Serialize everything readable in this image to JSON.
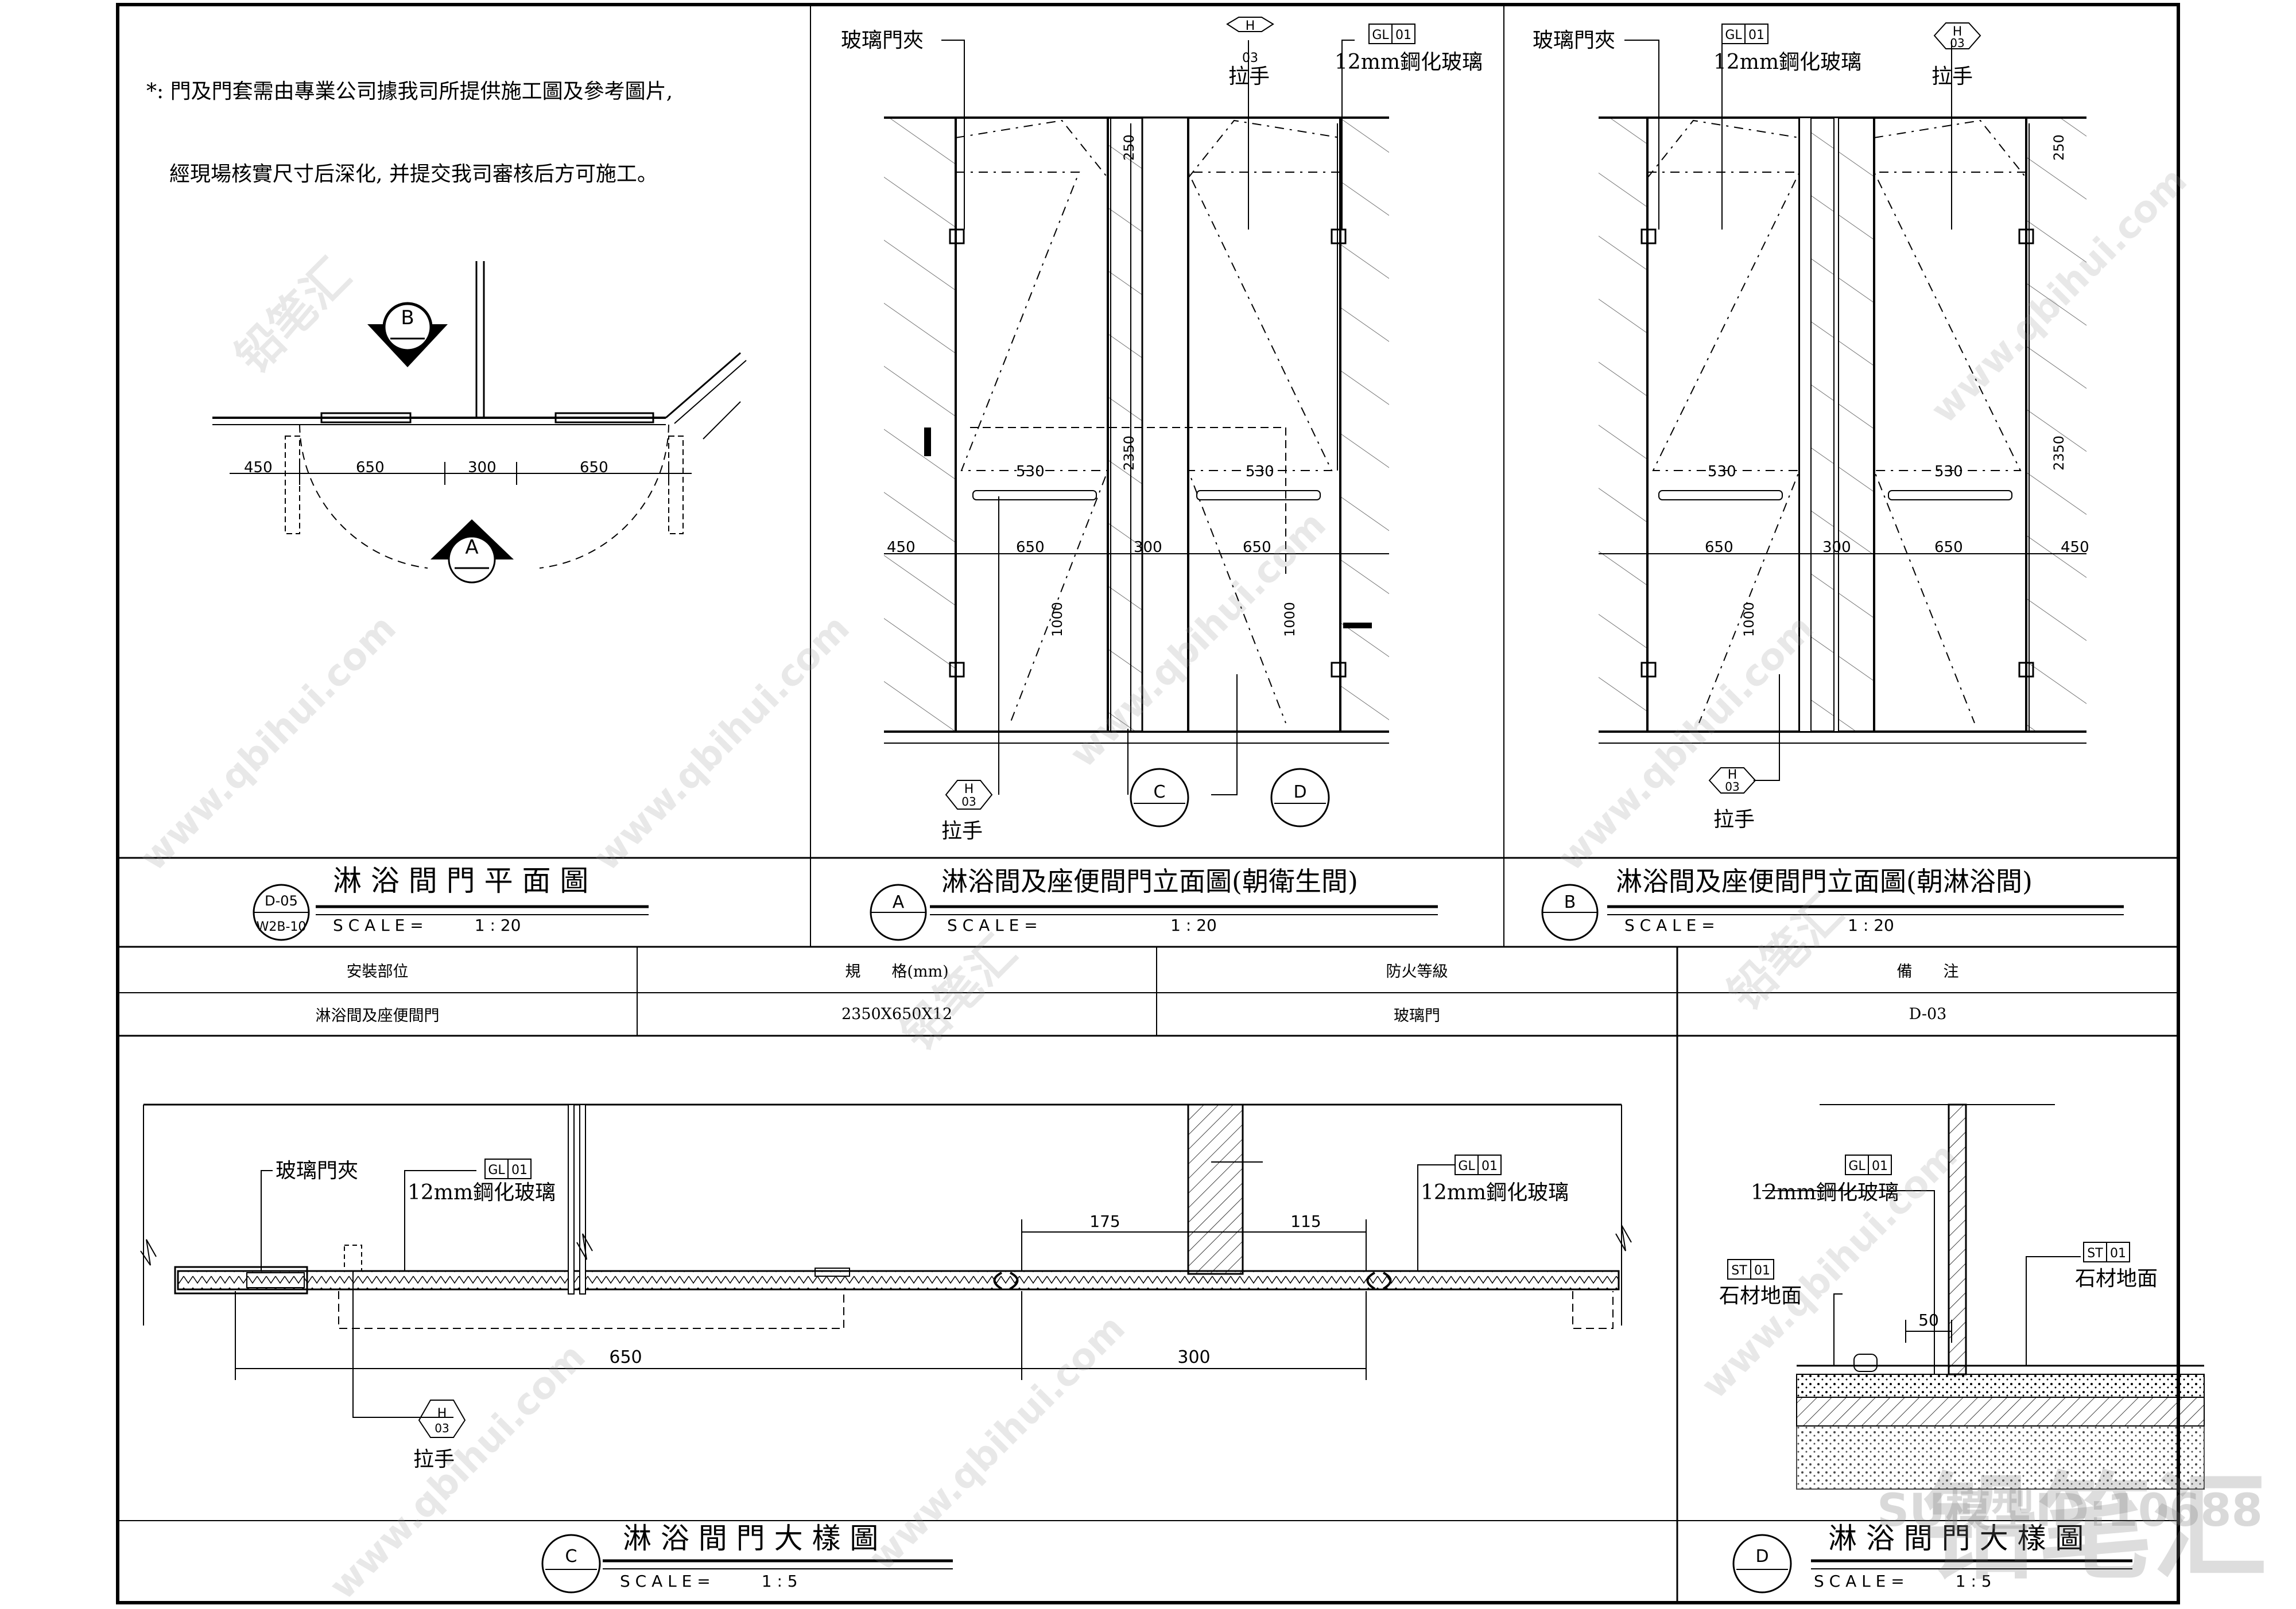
{
  "note": {
    "line1": "*: 門及門套需由專業公司據我司所提供施工圖及參考圖片,",
    "line2": "經現場核實尺寸后深化, 并提交我司審核后方可施工。"
  },
  "plan": {
    "title": "淋 浴 間 門 平 面 圖",
    "scale": "S C A L E =          1 : 20",
    "tag_top": "D-05",
    "tag_bottom": "W2B-10",
    "marker_a": "A",
    "marker_b": "B",
    "dims": [
      "450",
      "650",
      "300",
      "650"
    ]
  },
  "elev_a": {
    "title": "淋浴間及座便間門立面圖(朝衛生間)",
    "scale": "S C A L E =                          1 : 20",
    "marker": "A",
    "label_clip": "玻璃門夾",
    "label_glass": "12mm鋼化玻璃",
    "tag_gl": "GL",
    "tag_gl_num": "01",
    "tag_h": "H",
    "tag_h_num": "03",
    "label_handle": "拉手",
    "marker_c": "C",
    "marker_d": "D",
    "dims": [
      "450",
      "650",
      "300",
      "650",
      "530",
      "530",
      "2350",
      "1000",
      "1000",
      "250"
    ]
  },
  "elev_b": {
    "title": "淋浴間及座便間門立面圖(朝淋浴間)",
    "scale": "S C A L E =                          1 : 20",
    "marker": "B",
    "label_clip": "玻璃門夾",
    "label_glass": "12mm鋼化玻璃",
    "tag_gl": "GL",
    "tag_gl_num": "01",
    "tag_h": "H",
    "tag_h_num": "03",
    "label_handle": "拉手",
    "dims": [
      "650",
      "300",
      "650",
      "450",
      "530",
      "530",
      "2350",
      "1000",
      "250"
    ]
  },
  "table": {
    "headers": [
      "安裝部位",
      "規　　格(mm)",
      "防火等級",
      "備　　注"
    ],
    "row": [
      "淋浴間及座便間門",
      "2350X650X12",
      "玻璃門",
      "D-03"
    ]
  },
  "detail_c": {
    "title": "淋 浴 間 門 大 樣 圖",
    "scale": "S C A L E =          1 : 5",
    "marker": "C",
    "label_clip": "玻璃門夾",
    "label_glass_left": "12mm鋼化玻璃",
    "label_glass_right": "12mm鋼化玻璃",
    "tag_gl": "GL",
    "tag_gl_num": "01",
    "tag_h": "H",
    "tag_h_num": "03",
    "label_handle": "拉手",
    "dims": [
      "175",
      "115",
      "650",
      "300"
    ]
  },
  "detail_d": {
    "title": "淋 浴 間 門 大 樣 圖",
    "scale": "S C A L E =          1 : 5",
    "marker": "D",
    "label_glass": "12mm鋼化玻璃",
    "tag_gl": "GL",
    "tag_gl_num": "01",
    "tag_st": "ST",
    "tag_st_num": "01",
    "label_stone_left": "石材地面",
    "label_stone_right": "石材地面",
    "dim": "50"
  },
  "watermark": {
    "site": "www.qbihui.com",
    "brand": "铅笔汇",
    "id": "SU模型ID:10688"
  },
  "colors": {
    "line": "#000000",
    "watermark": "#9a9a9a"
  }
}
